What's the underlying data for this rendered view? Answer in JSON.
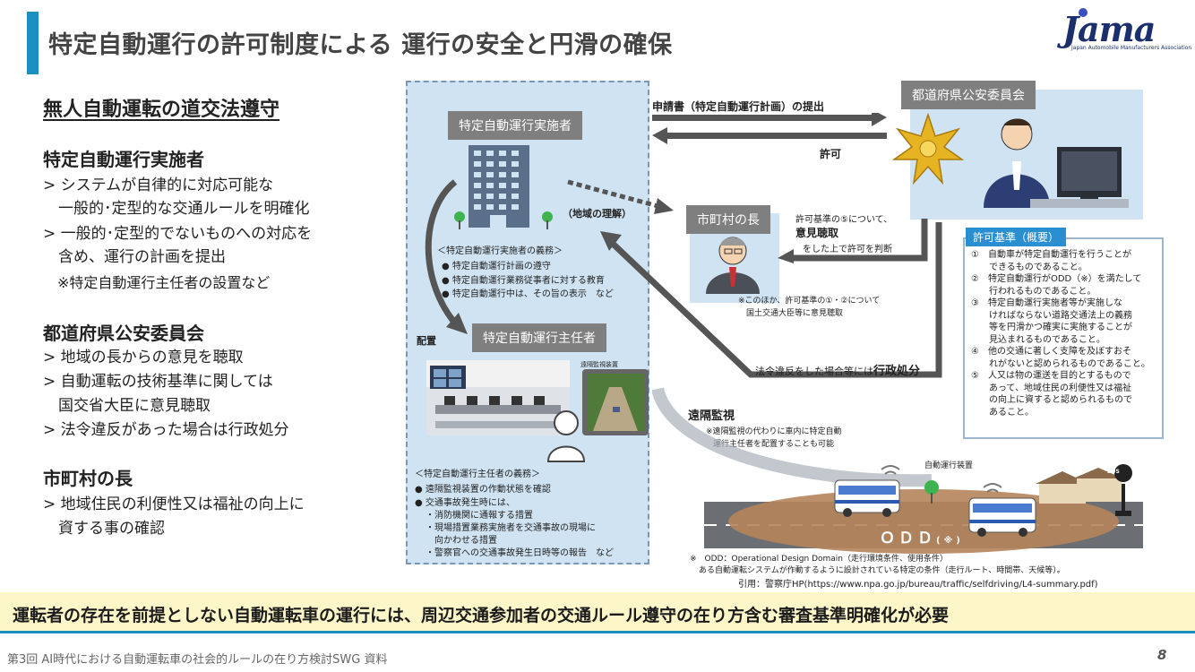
{
  "header": {
    "title": "特定自動運行の許可制度による 運行の安全と円滑の確保",
    "logo_text": "Jama",
    "logo_sub": "Japan Automobile Manufacturers Association"
  },
  "left": {
    "heading": "無人自動運転の道交法遵守",
    "sections": [
      {
        "title": "特定自動運行実施者",
        "lines": [
          "> システムが自律的に対応可能な",
          "　一般的･定型的な交通ルールを明確化",
          "> 一般的･定型的でないものへの対応を",
          "　含め、運行の計画を提出",
          "　※特定自動運行主任者の設置など"
        ]
      },
      {
        "title": "都道府県公安委員会",
        "lines": [
          "> 地域の長からの意見を聴取",
          "> 自動運転の技術基準に関しては",
          "　国交省大臣に意見聴取",
          "> 法令違反があった場合は行政処分"
        ]
      },
      {
        "title": "市町村の長",
        "lines": [
          "> 地域住民の利便性又は福祉の向上に",
          "　資する事の確認"
        ]
      }
    ]
  },
  "diagram": {
    "operator_label": "特定自動運行実施者",
    "local_understanding": "（地域の理解）",
    "operator_duties_title": "＜特定自動運行実施者の義務＞",
    "operator_duties": [
      "特定自動運行計画の遵守",
      "特定自動運行業務従事者に対する教育",
      "特定自動運行中は、その旨の表示　など"
    ],
    "assign_label": "配置",
    "chief_label": "特定自動運行主任者",
    "remote_device_label": "遠隔監視装置",
    "chief_duties_title": "＜特定自動運行主任者の義務＞",
    "chief_duties": [
      "遠隔監視装置の作動状態を確認",
      "交通事故発生時には、"
    ],
    "chief_duties_sub": [
      "・消防機関に通報する措置",
      "・現場措置業務実施者を交通事故の現場に",
      "　向かわせる措置",
      "・警察官への交通事故発生日時等の報告　など"
    ],
    "application": "申請書（特定自動運行計画）の提出",
    "permit": "許可",
    "police_label": "都道府県公安委員会",
    "mayor_label": "市町村の長",
    "criteria5_line1": "許可基準の⑤について、",
    "criteria5_line2": "意見聴取",
    "criteria5_line3": "をした上で許可を判断",
    "mlit_note_1": "※このほか、許可基準の①・②について",
    "mlit_note_2": "国土交通大臣等に意見聴取",
    "violation_prefix": "法令違反をした場合等には",
    "violation_bold": "行政処分",
    "remote_title": "遠隔監視",
    "remote_note_1": "※遠隔監視の代わりに車内に特定自動",
    "remote_note_2": "運行主任者を配置することも可能",
    "auto_device": "自動運行装置",
    "odd_label": "ＯＤＤ",
    "odd_mark": "(※)",
    "bus_sign": "BUS",
    "criteria_title": "許可基準（概要）",
    "criteria": [
      "①　自動車が特定自動運行を行うことが",
      "　　できるものであること。",
      "②　特定自動運行がODD（※）を満たして",
      "　　行われるものであること。",
      "③　特定自動運行実施者等が実施しな",
      "　　ければならない道路交通法上の義務",
      "　　等を円滑かつ確実に実施することが",
      "　　見込まれるものであること。",
      "④　他の交通に著しく支障を及ぼすおそ",
      "　　れがないと認められるものであること。",
      "⑤　人又は物の運送を目的とするもので",
      "　　あって、地域住民の利便性又は福祉",
      "　　の向上に資すると認められるもので",
      "　　あること。"
    ],
    "odd_note_1": "※　ODD：Operational Design Domain（走行環境条件、使用条件）",
    "odd_note_2": "ある自動運転システムが作動するように設計されている特定の条件（走行ルート、時間帯、天候等）。",
    "source": "引用：警察庁HP(https://www.npa.go.jp/bureau/traffic/selfdriving/L4-summary.pdf)"
  },
  "banner": "運転者の存在を前提としない自動運転車の運行には、周辺交通参加者の交通ルール遵守の在り方含む審査基準明確化が必要",
  "footer": "第3回 AI時代における自動運転車の社会的ルールの在り方検討SWG 資料",
  "page_number": "8",
  "colors": {
    "accent": "#1a8fc0",
    "panel": "#cfe3f2",
    "label_gray": "#7f7f7f",
    "banner_bg": "#fdf6c8"
  }
}
